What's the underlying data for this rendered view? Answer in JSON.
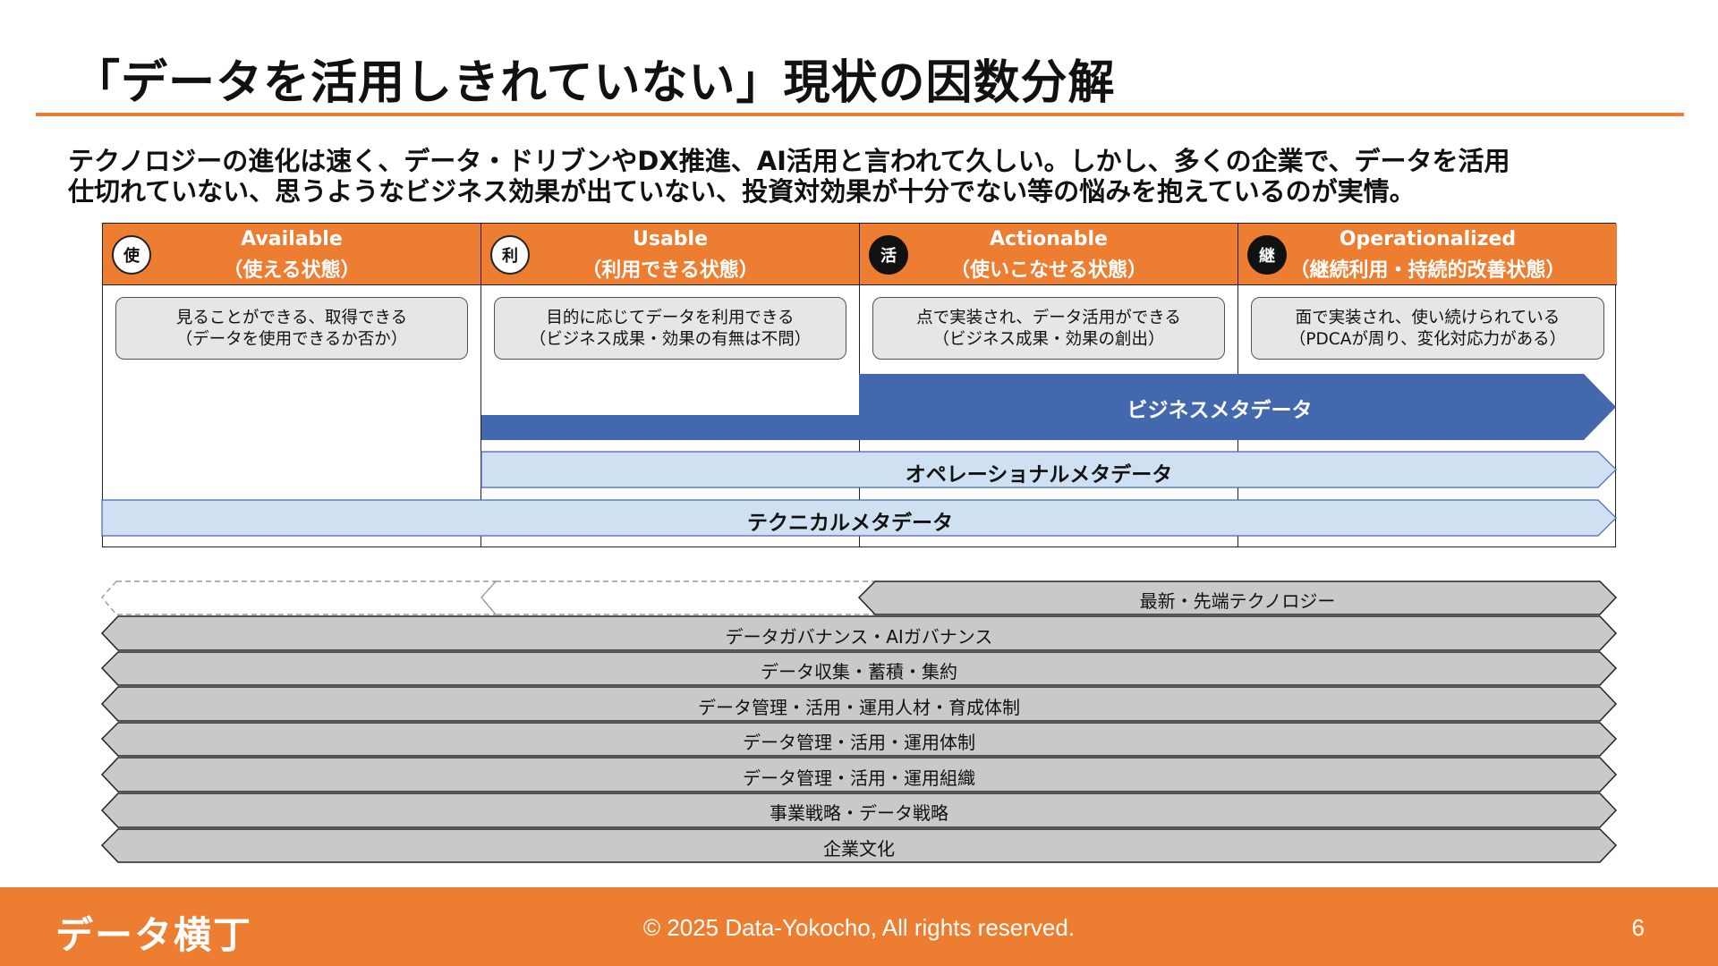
{
  "title": "「データを活用しきれていない」現状の因数分解",
  "lead": {
    "line1": "テクノロジーの進化は速く、データ・ドリブンやDX推進、AI活用と言われて久しい。しかし、多くの企業で、データを活用",
    "line2": "仕切れていない、思うようなビジネス効果が出ていない、投資対効果が十分でない等の悩みを抱えているのが実情。"
  },
  "columns": [
    {
      "badge": "使",
      "en": "Available",
      "ja": "（使える状態）",
      "desc1": "見ることができる、取得できる",
      "desc2": "（データを使用できるか否か）"
    },
    {
      "badge": "利",
      "en": "Usable",
      "ja": "（利用できる状態）",
      "desc1": "目的に応じてデータを利用できる",
      "desc2": "（ビジネス成果・効果の有無は不問）"
    },
    {
      "badge": "活",
      "en": "Actionable",
      "ja": "（使いこなせる状態）",
      "desc1": "点で実装され、データ活用ができる",
      "desc2": "（ビジネス成果・効果の創出）"
    },
    {
      "badge": "継",
      "en": "Operationalized",
      "ja": "（継続利用・持続的改善状態）",
      "desc1": "面で実装され、使い続けられている",
      "desc2": "（PDCAが周り、変化対応力がある）"
    }
  ],
  "metadata": {
    "business": "ビジネスメタデータ",
    "operational": "オペレーショナルメタデータ",
    "technical": "テクニカルメタデータ"
  },
  "foundations": [
    "最新・先端テクノロジー",
    "データガバナンス・AIガバナンス",
    "データ収集・蓄積・集約",
    "データ管理・活用・運用人材・育成体制",
    "データ管理・活用・運用体制",
    "データ管理・活用・運用組織",
    "事業戦略・データ戦略",
    "企業文化"
  ],
  "footer": {
    "logo": "データ横丁",
    "copyright": "© 2025 Data-Yokocho, All rights reserved.",
    "page": "6"
  },
  "colors": {
    "accent": "#ED7D31",
    "business_meta": "#4468AE",
    "light_meta": "#CFE0F3",
    "foundation": "#C9C9C9"
  }
}
